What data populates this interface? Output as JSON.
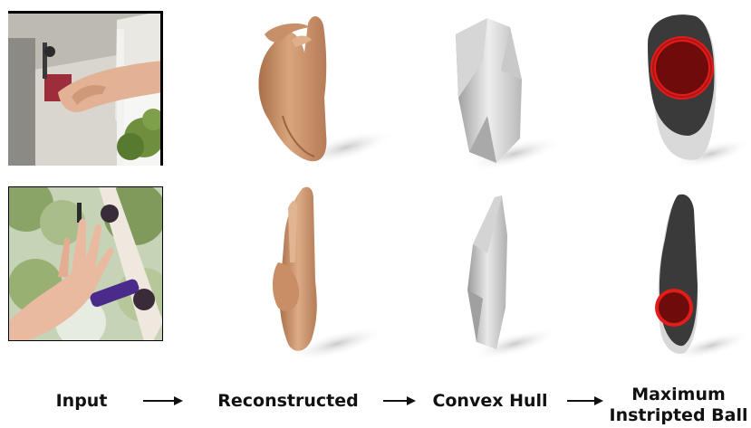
{
  "pipeline": {
    "steps": [
      {
        "label": "Input"
      },
      {
        "label": "Reconstructed"
      },
      {
        "label": "Convex Hull"
      },
      {
        "label_line1": "Maximum",
        "label_line2": "Instripted Ball"
      }
    ]
  },
  "colors": {
    "skin": "#d9a47c",
    "skin_shadow": "#a9704a",
    "hull_light": "#e6e6e6",
    "hull_dark": "#9a9a9a",
    "ball_outer": "#e21b1b",
    "ball_inner": "#6e0b0b",
    "dark_body": "#3a3a3a",
    "foliage": "#6f8f3e"
  },
  "icons": {
    "arrow": "right-arrow-icon",
    "photo": "hand-photo"
  }
}
